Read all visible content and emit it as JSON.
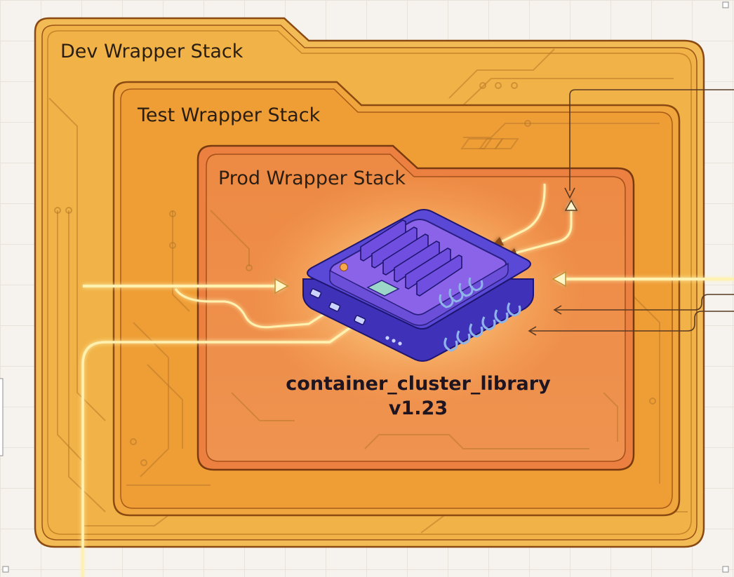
{
  "stacks": {
    "dev": "Dev Wrapper Stack",
    "test": "Test Wrapper Stack",
    "prod": "Prod Wrapper Stack"
  },
  "library": {
    "name": "container_cluster_library",
    "version": "v1.23"
  },
  "colors": {
    "dev_fill": "#f1b347",
    "test_fill": "#ef9e36",
    "prod_fill": "#ec8a45",
    "outline": "#8a4a12",
    "chip_body": "#5a48d6",
    "chip_top": "#8a63e8",
    "signal_line": "#fff1b0"
  }
}
